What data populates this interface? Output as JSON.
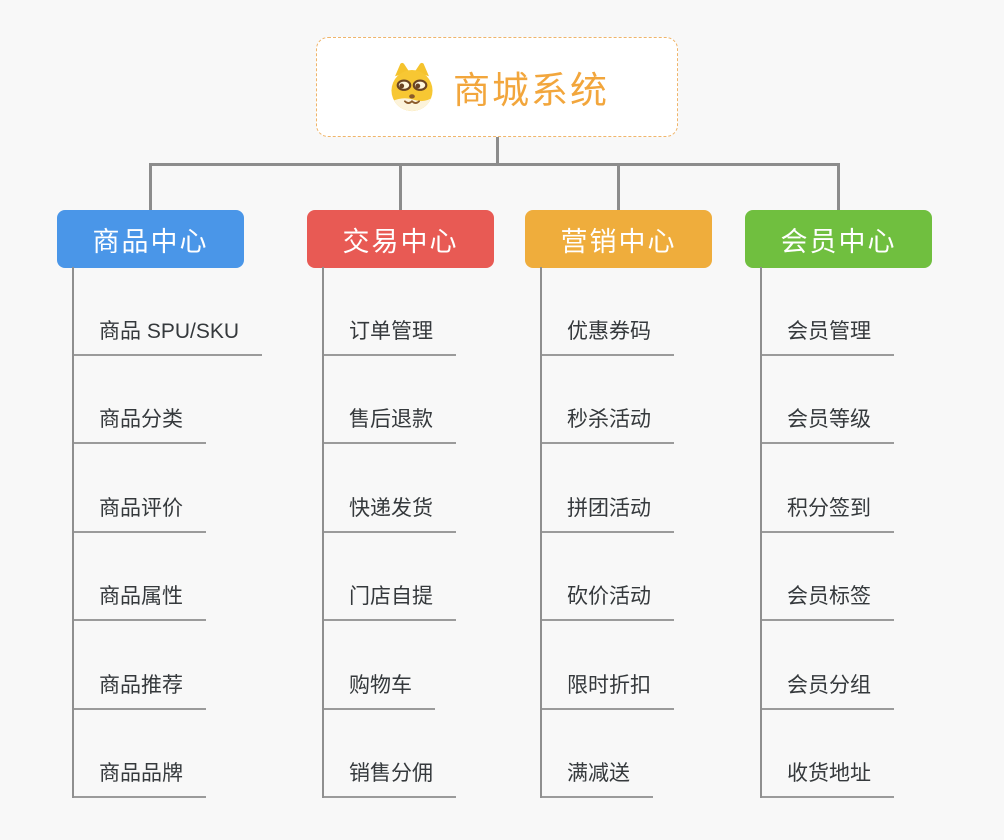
{
  "root": {
    "title": "商城系统",
    "accent_color": "#F2A63C",
    "border_color": "#F0B56A",
    "icon": "shiba-dog-icon"
  },
  "connector_color": "#8C8C8C",
  "branches": [
    {
      "label": "商品中心",
      "color": "#4A96E8",
      "items": [
        "商品 SPU/SKU",
        "商品分类",
        "商品评价",
        "商品属性",
        "商品推荐",
        "商品品牌"
      ]
    },
    {
      "label": "交易中心",
      "color": "#E85A54",
      "items": [
        "订单管理",
        "售后退款",
        "快递发货",
        "门店自提",
        "购物车",
        "销售分佣"
      ]
    },
    {
      "label": "营销中心",
      "color": "#EFAD3C",
      "items": [
        "优惠券码",
        "秒杀活动",
        "拼团活动",
        "砍价活动",
        "限时折扣",
        "满减送"
      ]
    },
    {
      "label": "会员中心",
      "color": "#70BF3F",
      "items": [
        "会员管理",
        "会员等级",
        "积分签到",
        "会员标签",
        "会员分组",
        "收货地址"
      ]
    }
  ]
}
